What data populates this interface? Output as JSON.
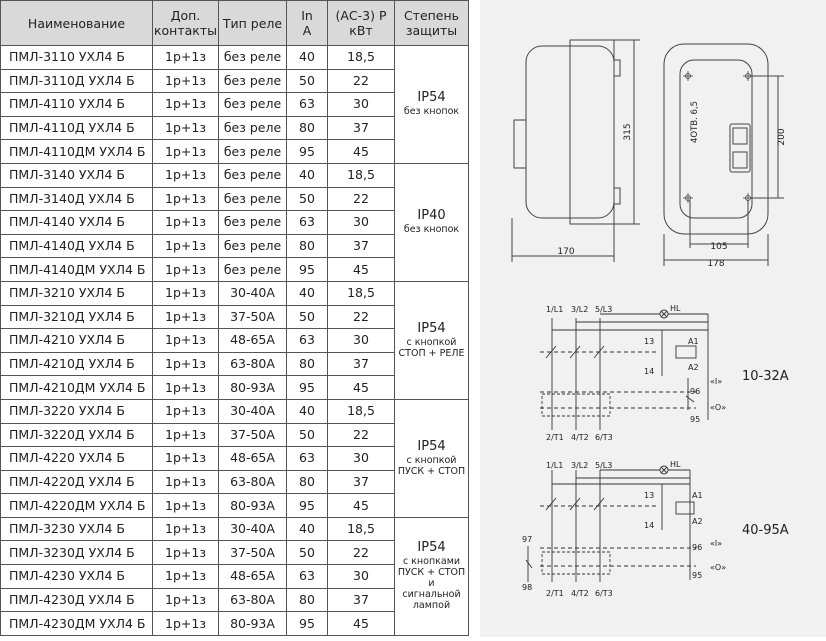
{
  "table": {
    "headers": [
      "Наименование",
      "Доп. контакты",
      "Тип реле",
      "In A",
      "(АС-3) Р кВт",
      "Степень защиты"
    ],
    "header_lines": [
      [
        "Наименование"
      ],
      [
        "Доп.",
        "контакты"
      ],
      [
        "Тип реле"
      ],
      [
        "In",
        "A"
      ],
      [
        "(АС-3) Р",
        "кВт"
      ],
      [
        "Степень",
        "защиты"
      ]
    ],
    "groups": [
      {
        "protection": "IP54",
        "protection_note_lines": [
          "без кнопок"
        ],
        "rows": [
          {
            "name": "ПМЛ-3110 УХЛ4 Б",
            "contacts": "1р+1з",
            "relay": "без реле",
            "current": "40",
            "power": "18,5"
          },
          {
            "name": "ПМЛ-3110Д УХЛ4 Б",
            "contacts": "1р+1з",
            "relay": "без реле",
            "current": "50",
            "power": "22"
          },
          {
            "name": "ПМЛ-4110 УХЛ4 Б",
            "contacts": "1р+1з",
            "relay": "без реле",
            "current": "63",
            "power": "30"
          },
          {
            "name": "ПМЛ-4110Д УХЛ4 Б",
            "contacts": "1р+1з",
            "relay": "без реле",
            "current": "80",
            "power": "37"
          },
          {
            "name": "ПМЛ-4110ДМ УХЛ4 Б",
            "contacts": "1р+1з",
            "relay": "без реле",
            "current": "95",
            "power": "45"
          }
        ]
      },
      {
        "protection": "IP40",
        "protection_note_lines": [
          "без кнопок"
        ],
        "rows": [
          {
            "name": "ПМЛ-3140 УХЛ4 Б",
            "contacts": "1р+1з",
            "relay": "без реле",
            "current": "40",
            "power": "18,5"
          },
          {
            "name": "ПМЛ-3140Д УХЛ4 Б",
            "contacts": "1р+1з",
            "relay": "без реле",
            "current": "50",
            "power": "22"
          },
          {
            "name": "ПМЛ-4140 УХЛ4 Б",
            "contacts": "1р+1з",
            "relay": "без реле",
            "current": "63",
            "power": "30"
          },
          {
            "name": "ПМЛ-4140Д УХЛ4 Б",
            "contacts": "1р+1з",
            "relay": "без реле",
            "current": "80",
            "power": "37"
          },
          {
            "name": "ПМЛ-4140ДМ УХЛ4 Б",
            "contacts": "1р+1з",
            "relay": "без реле",
            "current": "95",
            "power": "45"
          }
        ]
      },
      {
        "protection": "IP54",
        "protection_note_lines": [
          "с кнопкой",
          "СТОП + РЕЛЕ"
        ],
        "rows": [
          {
            "name": "ПМЛ-3210 УХЛ4 Б",
            "contacts": "1р+1з",
            "relay": "30-40А",
            "current": "40",
            "power": "18,5"
          },
          {
            "name": "ПМЛ-3210Д УХЛ4 Б",
            "contacts": "1р+1з",
            "relay": "37-50А",
            "current": "50",
            "power": "22"
          },
          {
            "name": "ПМЛ-4210 УХЛ4 Б",
            "contacts": "1р+1з",
            "relay": "48-65А",
            "current": "63",
            "power": "30"
          },
          {
            "name": "ПМЛ-4210Д УХЛ4 Б",
            "contacts": "1р+1з",
            "relay": "63-80А",
            "current": "80",
            "power": "37"
          },
          {
            "name": "ПМЛ-4210ДМ УХЛ4 Б",
            "contacts": "1р+1з",
            "relay": "80-93А",
            "current": "95",
            "power": "45"
          }
        ]
      },
      {
        "protection": "IP54",
        "protection_note_lines": [
          "с кнопкой",
          "ПУСК + СТОП"
        ],
        "rows": [
          {
            "name": "ПМЛ-3220 УХЛ4 Б",
            "contacts": "1р+1з",
            "relay": "30-40А",
            "current": "40",
            "power": "18,5"
          },
          {
            "name": "ПМЛ-3220Д УХЛ4 Б",
            "contacts": "1р+1з",
            "relay": "37-50А",
            "current": "50",
            "power": "22"
          },
          {
            "name": "ПМЛ-4220 УХЛ4 Б",
            "contacts": "1р+1з",
            "relay": "48-65А",
            "current": "63",
            "power": "30"
          },
          {
            "name": "ПМЛ-4220Д УХЛ4 Б",
            "contacts": "1р+1з",
            "relay": "63-80А",
            "current": "80",
            "power": "37"
          },
          {
            "name": "ПМЛ-4220ДМ УХЛ4 Б",
            "contacts": "1р+1з",
            "relay": "80-93А",
            "current": "95",
            "power": "45"
          }
        ]
      },
      {
        "protection": "IP54",
        "protection_note_lines": [
          "с кнопками",
          "ПУСК + СТОП и",
          "сигнальной",
          "лампой"
        ],
        "rows": [
          {
            "name": "ПМЛ-3230 УХЛ4 Б",
            "contacts": "1р+1з",
            "relay": "30-40А",
            "current": "40",
            "power": "18,5"
          },
          {
            "name": "ПМЛ-3230Д УХЛ4 Б",
            "contacts": "1р+1з",
            "relay": "37-50А",
            "current": "50",
            "power": "22"
          },
          {
            "name": "ПМЛ-4230 УХЛ4 Б",
            "contacts": "1р+1з",
            "relay": "48-65А",
            "current": "63",
            "power": "30"
          },
          {
            "name": "ПМЛ-4230Д УХЛ4 Б",
            "contacts": "1р+1з",
            "relay": "63-80А",
            "current": "80",
            "power": "37"
          },
          {
            "name": "ПМЛ-4230ДМ УХЛ4 Б",
            "contacts": "1р+1з",
            "relay": "80-93А",
            "current": "95",
            "power": "45"
          }
        ]
      }
    ]
  },
  "drawing": {
    "dim_width_side": "170",
    "dim_height": "315",
    "dim_holes_horizontal": "105",
    "dim_width_front": "178",
    "dim_holes_vertical": "200",
    "holes_label": "4ОТВ. 6,5",
    "background_color": "#f1f1f1"
  },
  "schematic_top": {
    "range_label": "10-32A",
    "terminals_top": [
      "1/L1",
      "3/L2",
      "5/L3"
    ],
    "terminals_bottom": [
      "2/T1",
      "4/T2",
      "6/T3"
    ],
    "lamp_label": "HL",
    "aux_labels": [
      "13",
      "14",
      "A1",
      "A2",
      "96",
      "95"
    ],
    "button_on": "«I»",
    "button_off": "«O»"
  },
  "schematic_bottom": {
    "range_label": "40-95A",
    "terminals_top": [
      "1/L1",
      "3/L2",
      "5/L3"
    ],
    "terminals_bottom": [
      "2/T1",
      "4/T2",
      "6/T3"
    ],
    "lamp_label": "HL",
    "aux_labels": [
      "13",
      "14",
      "A1",
      "A2",
      "96",
      "95",
      "97",
      "98"
    ],
    "button_on": "«I»",
    "button_off": "«O»"
  }
}
